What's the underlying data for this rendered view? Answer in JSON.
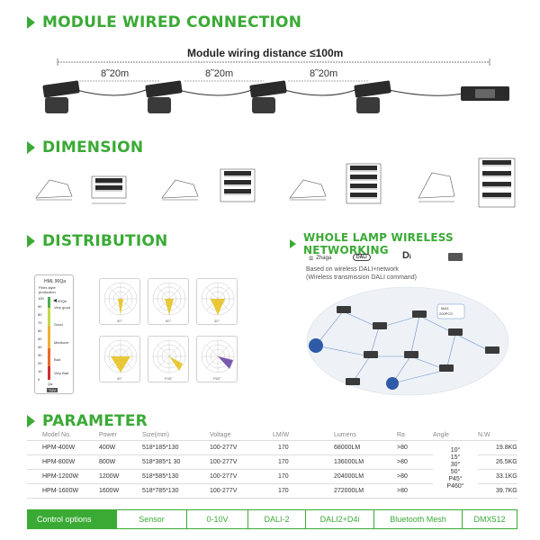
{
  "sections": {
    "wired": "MODULE WIRED CONNECTION",
    "dimension": "DIMENSION",
    "distribution": "DISTRIBUTION",
    "wireless": "WHOLE LAMP WIRELESS NETWORKING",
    "parameter": "PARAMETER"
  },
  "wiring": {
    "distance_label": "Module wiring distance ≤100m",
    "segments": [
      "8˜20m",
      "8˜20m",
      "8˜20m"
    ]
  },
  "brands": [
    "Zhaga",
    "DALI"
  ],
  "wireless": {
    "line1": "Based on wireless DALI+network",
    "line2": "(Wireless transmission DALI command)",
    "max_label": "MAX",
    "max_value": "200PCS"
  },
  "scale": {
    "title": "HML 90Qa",
    "subtitle": "Fiber-style production",
    "ticks": [
      "100",
      "90",
      "80",
      "70",
      "60",
      "50",
      "40",
      "30",
      "20",
      "10",
      "0"
    ],
    "labels": [
      "90Qa",
      "Very good",
      "Good",
      "Mediocre",
      "Bad",
      "Very Bad"
    ],
    "axis": "Qa",
    "badge": "TUV"
  },
  "polar_labels": [
    "90°",
    "60°",
    "30°",
    "90°",
    "P45°",
    "P60°"
  ],
  "parameter": {
    "headers": [
      "Model No.",
      "Power",
      "Size(mm)",
      "Voltage",
      "LM/W",
      "Lumens",
      "Ra",
      "Angle",
      "N.W"
    ],
    "rows": [
      {
        "model": "HPM-400W",
        "power": "400W",
        "size": "518*185*130",
        "voltage": "100-277V",
        "lmw": "170",
        "lumens": "68000LM",
        "ra": ">80",
        "nw": "19.8KG"
      },
      {
        "model": "HPM-800W",
        "power": "800W",
        "size": "518*385*1 30",
        "voltage": "100-277V",
        "lmw": "170",
        "lumens": "136000LM",
        "ra": ">80",
        "nw": "26.5KG"
      },
      {
        "model": "HPM-1200W",
        "power": "1200W",
        "size": "518*585*130",
        "voltage": "100-277V",
        "lmw": "170",
        "lumens": "204000LM",
        "ra": ">80",
        "nw": "33.1KG"
      },
      {
        "model": "HPM-1600W",
        "power": "1600W",
        "size": "518*785*130",
        "voltage": "100-277V",
        "lmw": "170",
        "lumens": "272000LM",
        "ra": ">80",
        "nw": "39.7KG"
      }
    ],
    "angles": [
      "10°",
      "15°",
      "30°",
      "50°",
      "P45°",
      "P460°"
    ]
  },
  "control": {
    "title": "Control options",
    "options": [
      "Sensor",
      "0-10V",
      "DALI-2",
      "DALI2+D4i",
      "Bluetooth Mesh",
      "DMX512"
    ]
  },
  "colors": {
    "accent": "#3aaa35",
    "lamp": "#2b2b2b",
    "node_blue": "#2f5aa8"
  }
}
